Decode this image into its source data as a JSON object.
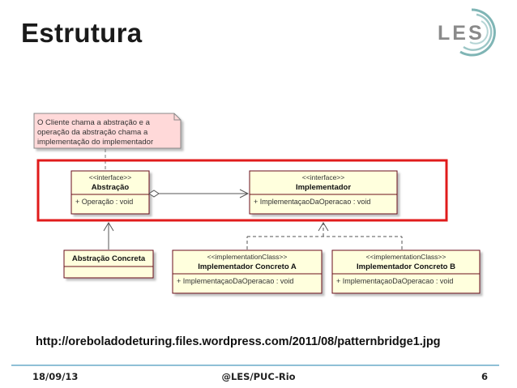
{
  "slide": {
    "title": "Estrutura",
    "logo_text": "LES",
    "url": "http://oreboladodeturing.files.wordpress.com/2011/08/patternbridge1.jpg"
  },
  "diagram": {
    "note_lines": [
      "O Cliente chama a abstração e a",
      "operação da abstração chama a",
      "implementação do implementador"
    ],
    "abstracao": {
      "stereotype": "<<interface>>",
      "name": "Abstração",
      "member": "+ Operação : void"
    },
    "implementador": {
      "stereotype": "<<interface>>",
      "name": "Implementador",
      "member": "+ ImplementaçaoDaOperacao : void"
    },
    "abstracao_concreta": {
      "name": "Abstração Concreta"
    },
    "impl_a": {
      "stereotype": "<<implementationClass>>",
      "name": "Implementador Concreto A",
      "member": "+ ImplementaçaoDaOperacao : void"
    },
    "impl_b": {
      "stereotype": "<<implementationClass>>",
      "name": "Implementador Concreto B",
      "member": "+ ImplementaçaoDaOperacao : void"
    }
  },
  "footer": {
    "date": "18/09/13",
    "center": "@LES/PUC-Rio",
    "page": "6"
  },
  "colors": {
    "box_fill": "#ffffdd",
    "box_border": "#6b0f1a",
    "note_fill": "#ffd9d9",
    "highlight": "#e01b1b",
    "footer_line": "#8fc0d6"
  }
}
